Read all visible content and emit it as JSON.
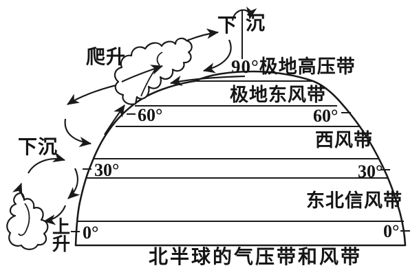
{
  "colors": {
    "ink": "#1a1a1a",
    "background": "#ffffff"
  },
  "diagram": {
    "title": "北半球的气压带和风带",
    "pole_sink": {
      "left_char": "下",
      "right_char": "沉"
    },
    "belts": {
      "polar_high": "90°极地高压带",
      "polar_easterlies": "极地东风带",
      "westerlies": "西风带",
      "northeast_trades": "东北信风带"
    },
    "latitudes": {
      "lat60_left": "60°",
      "lat60_right": "60°",
      "lat30_left": "30°",
      "lat30_right": "30°",
      "lat0_left": "0°",
      "lat0_right": "0°"
    },
    "annotations": {
      "climb": "爬升",
      "sink": "下沉",
      "rise": "上升"
    }
  }
}
